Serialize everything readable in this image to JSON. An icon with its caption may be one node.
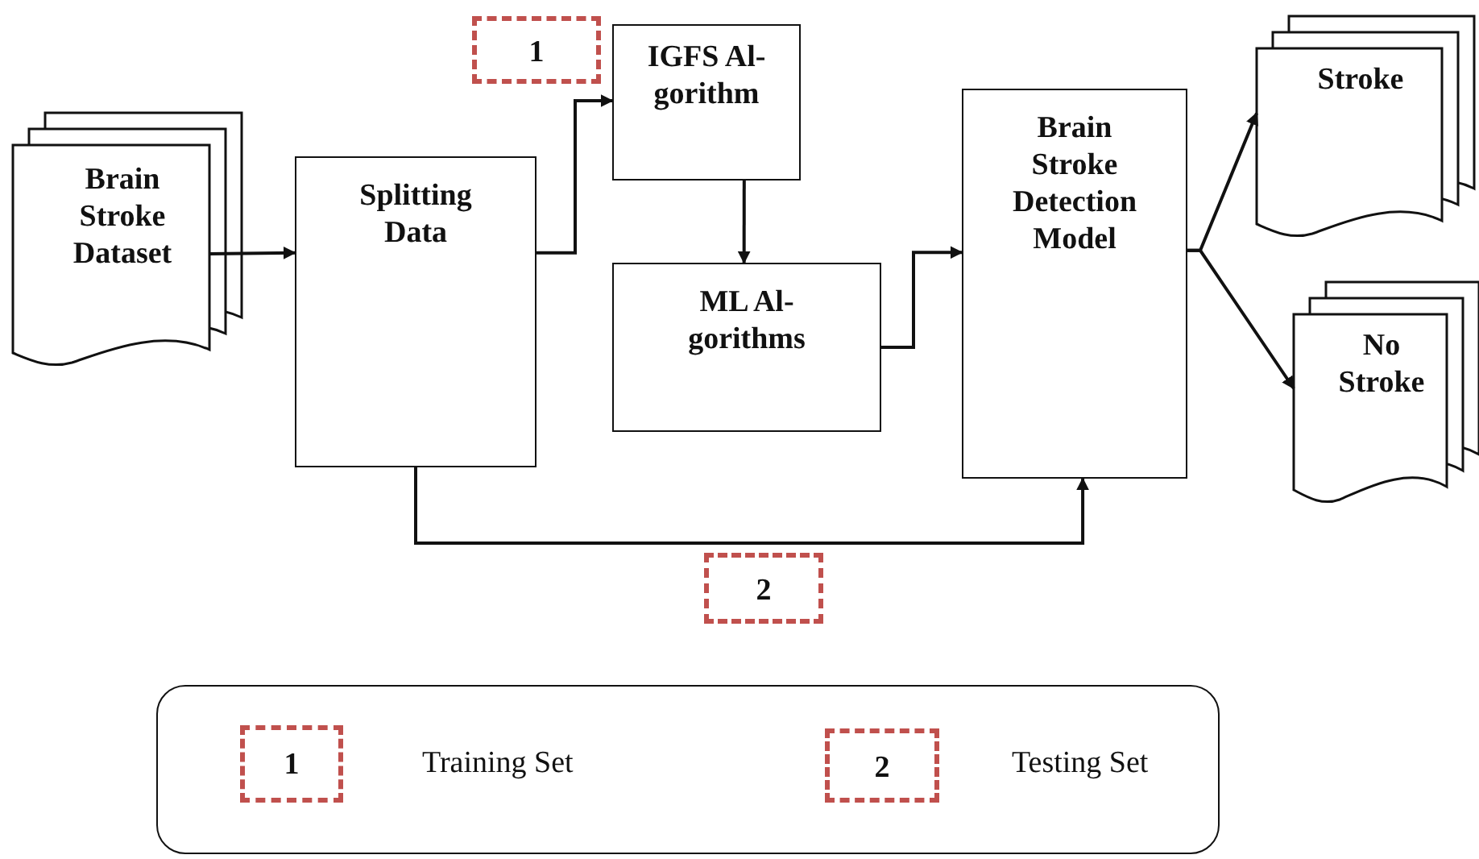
{
  "diagram": {
    "nodes": [
      {
        "text": [
          "Brain Stroke Dataset"
        ]
      },
      {
        "text": [
          "Splitting Data"
        ]
      },
      {
        "text": [
          "1"
        ]
      },
      {
        "text": [
          "IGFS Al- gorithm"
        ]
      },
      {
        "text": [
          "ML Al- gorithms"
        ]
      },
      {
        "text": [
          "Brain Stroke Detection Model"
        ]
      },
      {
        "text": [
          "Stroke"
        ]
      },
      {
        "text": [
          "No Stroke"
        ]
      },
      {
        "text": [
          "2"
        ]
      },
      {
        "text": [],
        "shape": "box"
      },
      {
        "text": [
          "1"
        ],
        "in": 9,
        "beside": [
          "Training Set"
        ]
      },
      {
        "text": [
          "2"
        ],
        "in": 9,
        "beside": [
          "Testing Set"
        ]
      }
    ],
    "edges": [
      {
        "from": 0,
        "to": 1,
        "arrow": "to"
      },
      {
        "from": 1,
        "to": 3,
        "arrow": "to"
      },
      {
        "from": 3,
        "to": 4,
        "arrow": "to"
      },
      {
        "from": 4,
        "to": 5,
        "arrow": "to"
      },
      {
        "from": 1,
        "to": 5,
        "arrow": "to"
      },
      {
        "from": 5,
        "to": 6,
        "arrow": "to"
      },
      {
        "from": 5,
        "to": 7,
        "arrow": "to"
      }
    ]
  }
}
